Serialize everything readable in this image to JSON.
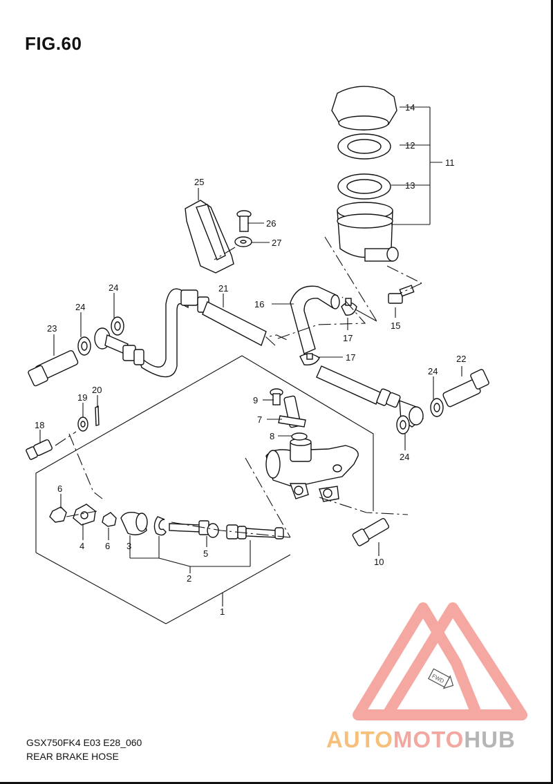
{
  "figure": {
    "title": "FIG.60"
  },
  "footer": {
    "model_code": "GSX750FK4 E03 E28_060",
    "diagram_name": "REAR BRAKE  HOSE"
  },
  "watermark": {
    "brand_part1": "AUTO",
    "brand_part2": "MOTO",
    "brand_part3": "HUB",
    "badge_text": "FWD",
    "colors": {
      "triangle": "#f28b82",
      "auto": "#f6c07a",
      "moto": "#f2a7a0",
      "hub": "#b5b5b5"
    }
  },
  "callouts": {
    "c1": "1",
    "c2": "2",
    "c3": "3",
    "c4": "4",
    "c5": "5",
    "c6a": "6",
    "c6b": "6",
    "c7": "7",
    "c8": "8",
    "c9": "9",
    "c10": "10",
    "c11": "11",
    "c12": "12",
    "c13": "13",
    "c14": "14",
    "c15": "15",
    "c16": "16",
    "c17a": "17",
    "c17b": "17",
    "c18": "18",
    "c19": "19",
    "c20": "20",
    "c21": "21",
    "c22": "22",
    "c23": "23",
    "c24a": "24",
    "c24b": "24",
    "c24c": "24",
    "c24d": "24",
    "c25": "25",
    "c26": "26",
    "c27": "27"
  }
}
